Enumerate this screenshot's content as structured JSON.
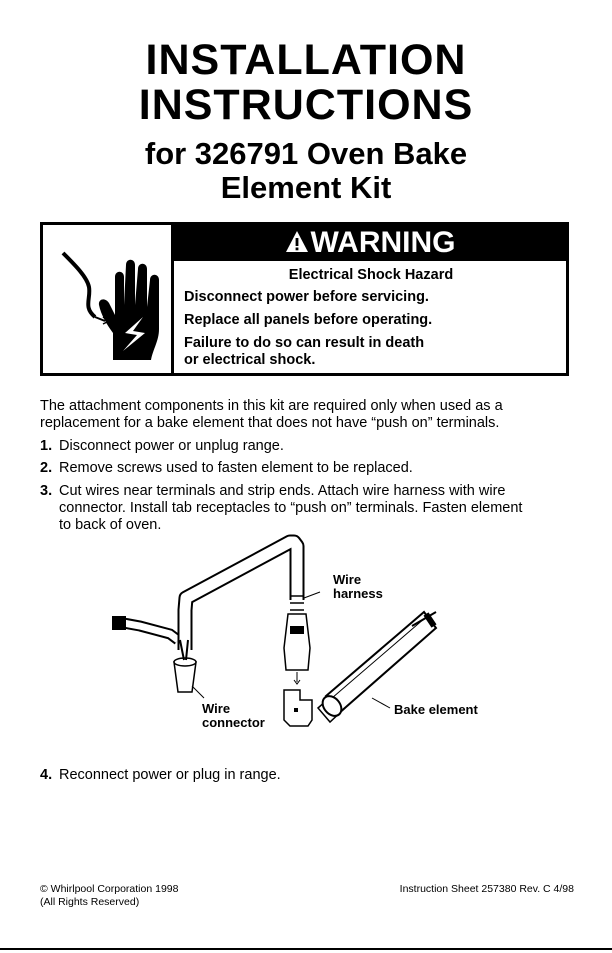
{
  "title": {
    "line1": "INSTALLATION",
    "line2": "INSTRUCTIONS",
    "line3": "for 326791 Oven Bake",
    "line4": "Element Kit"
  },
  "warning": {
    "header": "WARNING",
    "hazard": "Electrical Shock Hazard",
    "lines": [
      "Disconnect power before servicing.",
      "Replace all panels before operating.",
      "Failure to do so can result in death",
      "or electrical shock."
    ]
  },
  "intro": {
    "line1": "The attachment components in this kit are required only when used as a",
    "line2": "replacement for a bake element that does not have “push on” terminals."
  },
  "steps": [
    {
      "num": "1.",
      "lines": [
        "Disconnect power or unplug range."
      ]
    },
    {
      "num": "2.",
      "lines": [
        "Remove screws used to fasten element to be replaced."
      ]
    },
    {
      "num": "3.",
      "lines": [
        "Cut wires near terminals and strip ends. Attach wire harness with wire",
        "connector. Install tab receptacles to “push on” terminals. Fasten element",
        "to back of oven."
      ]
    },
    {
      "num": "4.",
      "lines": [
        "Reconnect power or plug in range."
      ]
    }
  ],
  "diagram": {
    "wire_harness_1": "Wire",
    "wire_harness_2": "harness",
    "wire_connector_1": "Wire",
    "wire_connector_2": "connector",
    "bake_element": "Bake element"
  },
  "footer": {
    "copyright": "© Whirlpool Corporation 1998",
    "rights": "(All Rights Reserved)",
    "sheet": "Instruction Sheet 257380 Rev. C  4/98"
  }
}
